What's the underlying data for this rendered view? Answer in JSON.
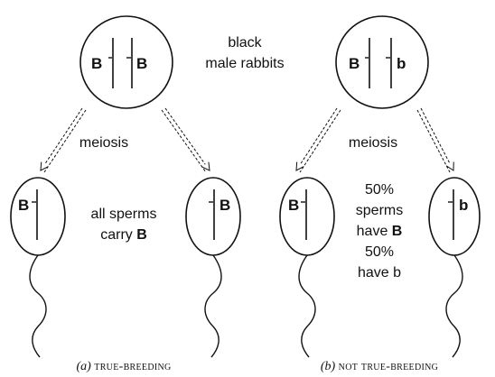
{
  "panel_a": {
    "parent": {
      "allele_left": "B",
      "allele_right": "B"
    },
    "parent_label_line1": "black",
    "parent_label_line2": "male rabbits",
    "division_label": "meiosis",
    "sperm_left_allele": "B",
    "sperm_right_allele": "B",
    "note_line1": "all sperms",
    "note_line2_prefix": "carry ",
    "note_line2_allele": "B",
    "caption_letter": "(a)",
    "caption_text": "true-breeding"
  },
  "panel_b": {
    "parent": {
      "allele_left": "B",
      "allele_right": "b"
    },
    "division_label": "meiosis",
    "sperm_left_allele": "B",
    "sperm_right_allele": "b",
    "note_line1": "50%",
    "note_line2": "sperms",
    "note_line3_prefix": "have ",
    "note_line3_allele": "B",
    "note_line4": "50%",
    "note_line5": "have b",
    "caption_letter": "(b)",
    "caption_text": "not true-breeding"
  }
}
